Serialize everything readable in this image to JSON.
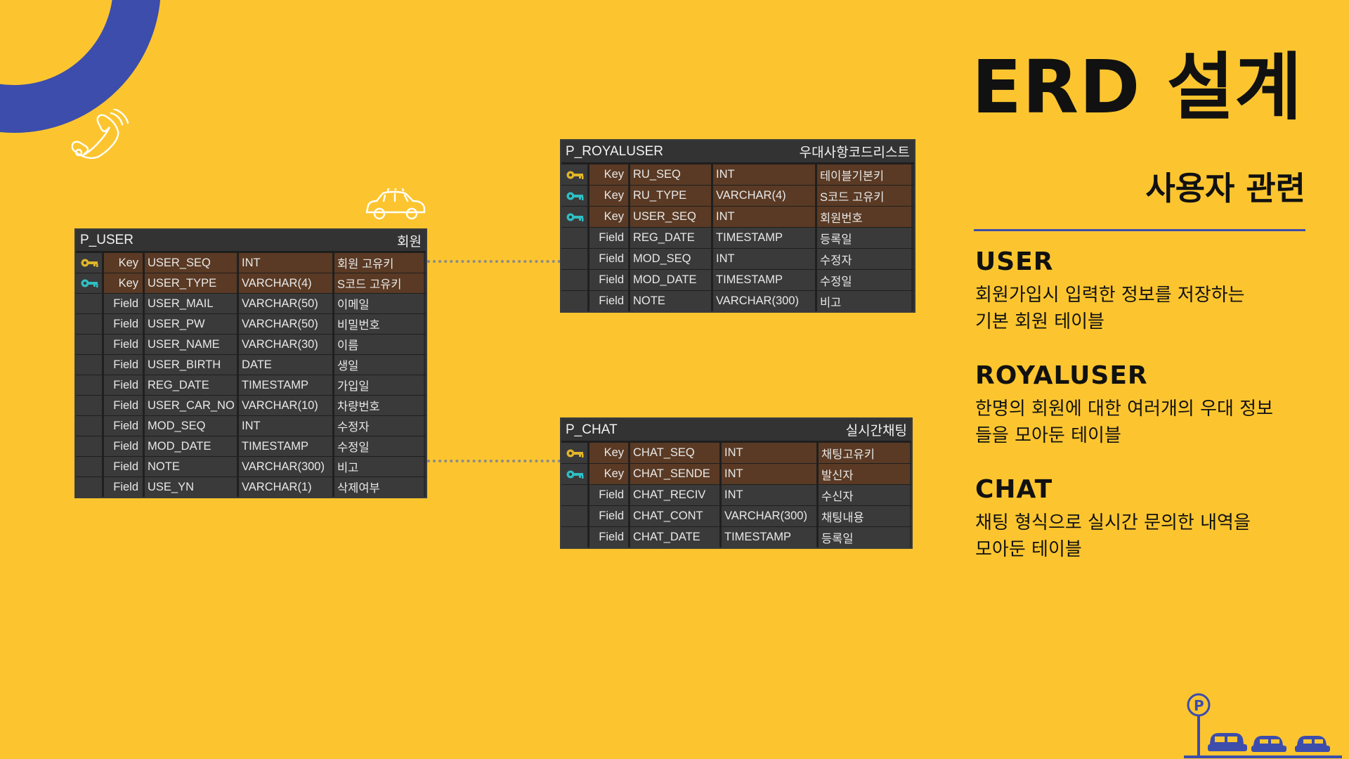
{
  "title": "ERD 설계",
  "subtitle": "사용자 관련",
  "descriptions": [
    {
      "name": "USER",
      "text": "회원가입시 입력한 정보를 저장하는\n기본 회원 테이블"
    },
    {
      "name": "ROYALUSER",
      "text": "한명의 회원에 대한 여러개의 우대 정보\n들을 모아둔 테이블"
    },
    {
      "name": "CHAT",
      "text": "채팅 형식으로 실시간 문의한 내역을\n모아둔 테이블"
    }
  ],
  "colors": {
    "background": "#FCC52F",
    "accent": "#3C4DAC",
    "key_primary": "#E0B62A",
    "key_foreign": "#2FBFC3"
  },
  "tables": {
    "p_user": {
      "name": "P_USER",
      "comment": "회원",
      "rows": [
        {
          "key": "primary",
          "kind": "Key",
          "col": "USER_SEQ",
          "type": "INT",
          "desc": "회원 고유키"
        },
        {
          "key": "foreign",
          "kind": "Key",
          "col": "USER_TYPE",
          "type": "VARCHAR(4)",
          "desc": "S코드 고유키"
        },
        {
          "key": "",
          "kind": "Field",
          "col": "USER_MAIL",
          "type": "VARCHAR(50)",
          "desc": "이메일"
        },
        {
          "key": "",
          "kind": "Field",
          "col": "USER_PW",
          "type": "VARCHAR(50)",
          "desc": "비밀번호"
        },
        {
          "key": "",
          "kind": "Field",
          "col": "USER_NAME",
          "type": "VARCHAR(30)",
          "desc": "이름"
        },
        {
          "key": "",
          "kind": "Field",
          "col": "USER_BIRTH",
          "type": "DATE",
          "desc": "생일"
        },
        {
          "key": "",
          "kind": "Field",
          "col": "REG_DATE",
          "type": "TIMESTAMP",
          "desc": "가입일"
        },
        {
          "key": "",
          "kind": "Field",
          "col": "USER_CAR_NO",
          "type": "VARCHAR(10)",
          "desc": "차량번호"
        },
        {
          "key": "",
          "kind": "Field",
          "col": "MOD_SEQ",
          "type": "INT",
          "desc": "수정자"
        },
        {
          "key": "",
          "kind": "Field",
          "col": "MOD_DATE",
          "type": "TIMESTAMP",
          "desc": "수정일"
        },
        {
          "key": "",
          "kind": "Field",
          "col": "NOTE",
          "type": "VARCHAR(300)",
          "desc": "비고"
        },
        {
          "key": "",
          "kind": "Field",
          "col": "USE_YN",
          "type": "VARCHAR(1)",
          "desc": "삭제여부"
        }
      ]
    },
    "p_royaluser": {
      "name": "P_ROYALUSER",
      "comment": "우대사항코드리스트",
      "rows": [
        {
          "key": "primary",
          "kind": "Key",
          "col": "RU_SEQ",
          "type": "INT",
          "desc": "테이블기본키"
        },
        {
          "key": "foreign",
          "kind": "Key",
          "col": "RU_TYPE",
          "type": "VARCHAR(4)",
          "desc": "S코드 고유키"
        },
        {
          "key": "foreign",
          "kind": "Key",
          "col": "USER_SEQ",
          "type": "INT",
          "desc": "회원번호"
        },
        {
          "key": "",
          "kind": "Field",
          "col": "REG_DATE",
          "type": "TIMESTAMP",
          "desc": "등록일"
        },
        {
          "key": "",
          "kind": "Field",
          "col": "MOD_SEQ",
          "type": "INT",
          "desc": "수정자"
        },
        {
          "key": "",
          "kind": "Field",
          "col": "MOD_DATE",
          "type": "TIMESTAMP",
          "desc": "수정일"
        },
        {
          "key": "",
          "kind": "Field",
          "col": "NOTE",
          "type": "VARCHAR(300)",
          "desc": "비고"
        }
      ]
    },
    "p_chat": {
      "name": "P_CHAT",
      "comment": "실시간채팅",
      "rows": [
        {
          "key": "primary",
          "kind": "Key",
          "col": "CHAT_SEQ",
          "type": "INT",
          "desc": "채팅고유키"
        },
        {
          "key": "foreign",
          "kind": "Key",
          "col": "CHAT_SENDE",
          "type": "INT",
          "desc": "발신자"
        },
        {
          "key": "",
          "kind": "Field",
          "col": "CHAT_RECIV",
          "type": "INT",
          "desc": "수신자"
        },
        {
          "key": "",
          "kind": "Field",
          "col": "CHAT_CONT",
          "type": "VARCHAR(300)",
          "desc": "채팅내용"
        },
        {
          "key": "",
          "kind": "Field",
          "col": "CHAT_DATE",
          "type": "TIMESTAMP",
          "desc": "등록일"
        }
      ]
    }
  }
}
